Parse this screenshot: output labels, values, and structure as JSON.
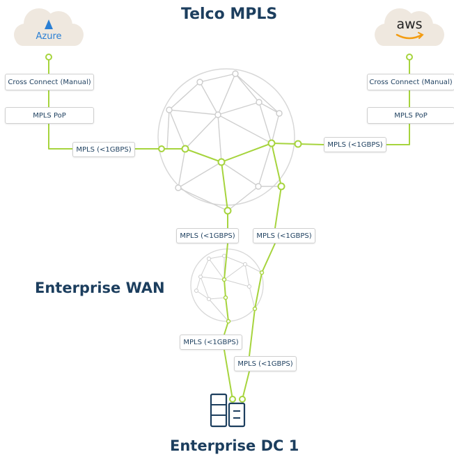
{
  "titles": {
    "telco": "Telco MPLS",
    "enterprise_wan": "Enterprise WAN",
    "enterprise_dc": "Enterprise DC 1"
  },
  "clouds": {
    "azure": {
      "label": "Azure",
      "color": "#2a7fd4"
    },
    "aws": {
      "label": "aws",
      "color": "#222222",
      "smile_color": "#f39c12"
    }
  },
  "labels": {
    "left_cross_connect": "Cross Connect (Manual)",
    "left_pop": "MPLS PoP",
    "left_mpls": "MPLS (<1GBPS)",
    "right_cross_connect": "Cross Connect (Manual)",
    "right_pop": "MPLS PoP",
    "right_mpls": "MPLS (<1GBPS)",
    "mid_mpls_1": "MPLS (<1GBPS)",
    "mid_mpls_2": "MPLS (<1GBPS)",
    "low_mpls_1": "MPLS (<1GBPS)",
    "low_mpls_2": "MPLS (<1GBPS)"
  },
  "colors": {
    "accent_green": "#a6d43d",
    "mesh_gray": "#cfcfcf",
    "title_navy": "#1c3e5e",
    "cloud_fill": "#efe8df"
  }
}
